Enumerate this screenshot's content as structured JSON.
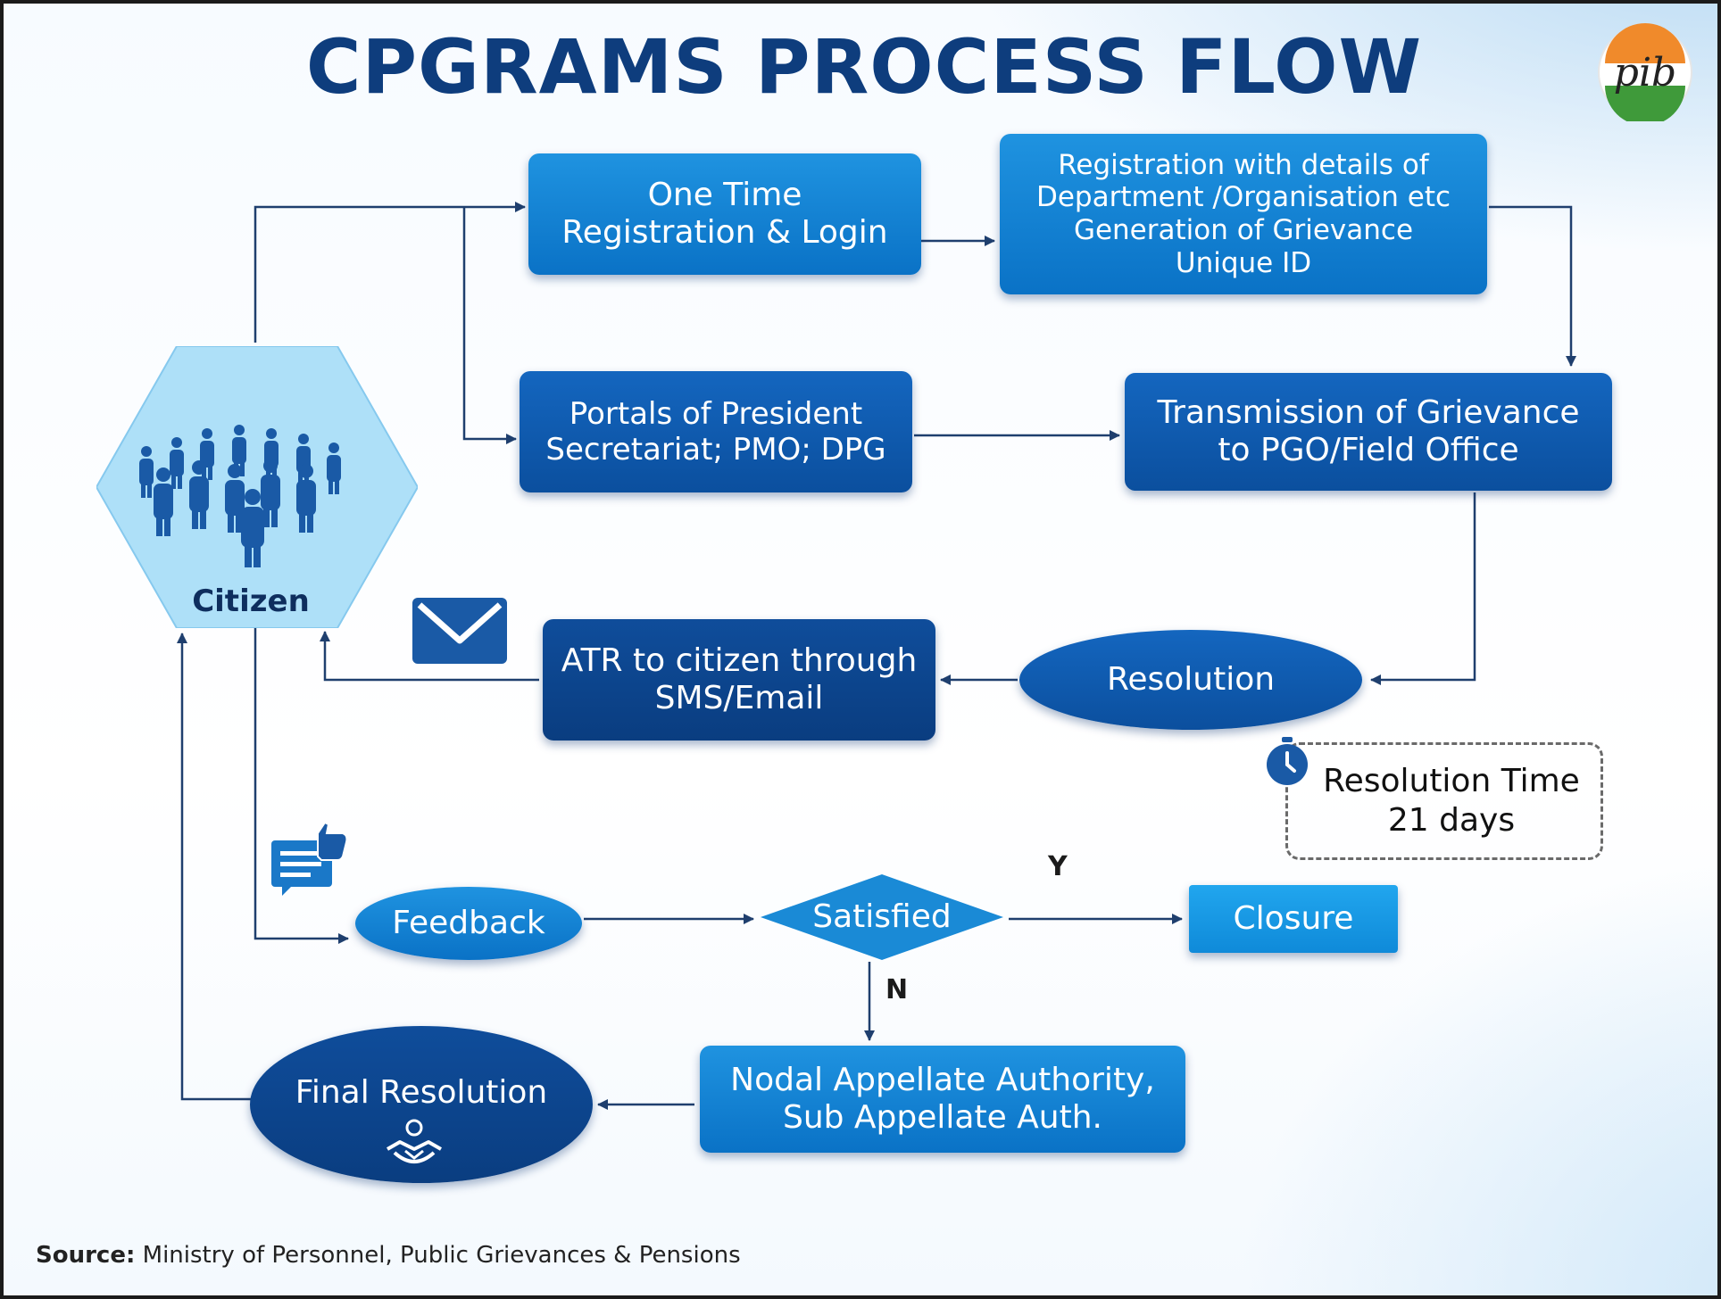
{
  "title": "CPGRAMS PROCESS FLOW",
  "logo_text": "pib",
  "nodes": {
    "citizen": "Citizen",
    "otr_line1": "One Time",
    "otr_line2": "Registration & Login",
    "reg_line1": "Registration with details of",
    "reg_line2": "Department /Organisation etc",
    "reg_line3": "Generation of Grievance",
    "reg_line4": "Unique ID",
    "portals_line1": "Portals of President",
    "portals_line2": "Secretariat; PMO; DPG",
    "trans_line1": "Transmission of Grievance",
    "trans_line2": "to PGO/Field Office",
    "resolution": "Resolution",
    "atr_line1": "ATR to citizen through",
    "atr_line2": "SMS/Email",
    "restime_line1": "Resolution Time",
    "restime_line2": "21 days",
    "feedback": "Feedback",
    "satisfied": "Satisfied",
    "closure": "Closure",
    "nodal_line1": "Nodal Appellate Authority,",
    "nodal_line2": "Sub Appellate Auth.",
    "final": "Final Resolution"
  },
  "edge_labels": {
    "yes": "Y",
    "no": "N"
  },
  "source": {
    "label": "Source:",
    "text": " Ministry of Personnel, Public Grievances & Pensions"
  },
  "colors": {
    "title": "#0e3d7d",
    "box_mid": "#1283d4",
    "box_dark": "#0b55a8",
    "box_navy": "#0b4088",
    "box_light": "#1596e3",
    "arrow": "#1f3f6e"
  },
  "icons": [
    "people-icon",
    "envelope-icon",
    "feedback-icon",
    "clock-icon",
    "handshake-icon",
    "pib-logo"
  ]
}
